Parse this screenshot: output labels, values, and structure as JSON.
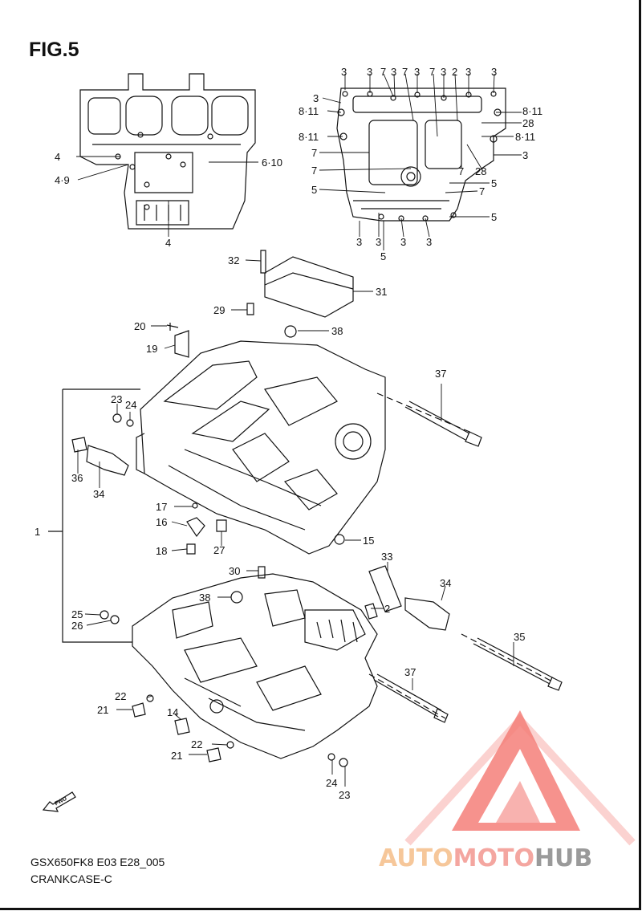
{
  "figure": {
    "title": "FIG.5"
  },
  "footer": {
    "model_code": "GSX650FK8 E03 E28_005",
    "diagram_name": "CRANKCASE-C"
  },
  "watermark": {
    "part1": "AUTO",
    "part2": "MOTO",
    "part3": "HUB"
  },
  "fwd_label": "FWD",
  "callouts": [
    {
      "id": "c1",
      "text": "3"
    },
    {
      "id": "c2",
      "text": "3"
    },
    {
      "id": "c3",
      "text": "7"
    },
    {
      "id": "c4",
      "text": "3"
    },
    {
      "id": "c5",
      "text": "7"
    },
    {
      "id": "c6",
      "text": "3"
    },
    {
      "id": "c7",
      "text": "7"
    },
    {
      "id": "c8",
      "text": "3"
    },
    {
      "id": "c9",
      "text": "2"
    },
    {
      "id": "c10",
      "text": "3"
    },
    {
      "id": "c11",
      "text": "3"
    },
    {
      "id": "c12",
      "text": "3"
    },
    {
      "id": "c13",
      "text": "8·11"
    },
    {
      "id": "c14",
      "text": "8·11"
    },
    {
      "id": "c15",
      "text": "7"
    },
    {
      "id": "c16",
      "text": "7"
    },
    {
      "id": "c17",
      "text": "5"
    },
    {
      "id": "c18",
      "text": "8·11"
    },
    {
      "id": "c19",
      "text": "28"
    },
    {
      "id": "c20",
      "text": "8·11"
    },
    {
      "id": "c21",
      "text": "3"
    },
    {
      "id": "c22",
      "text": "7"
    },
    {
      "id": "c23",
      "text": "28"
    },
    {
      "id": "c24",
      "text": "5"
    },
    {
      "id": "c25",
      "text": "7"
    },
    {
      "id": "c26",
      "text": "5"
    },
    {
      "id": "c27",
      "text": "3"
    },
    {
      "id": "c28",
      "text": "3"
    },
    {
      "id": "c29",
      "text": "5"
    },
    {
      "id": "c30",
      "text": "3"
    },
    {
      "id": "c31",
      "text": "3"
    },
    {
      "id": "c32",
      "text": "4"
    },
    {
      "id": "c33",
      "text": "4·9"
    },
    {
      "id": "c34",
      "text": "6·10"
    },
    {
      "id": "c35",
      "text": "4"
    },
    {
      "id": "c36",
      "text": "32"
    },
    {
      "id": "c37",
      "text": "31"
    },
    {
      "id": "c38",
      "text": "29"
    },
    {
      "id": "c39",
      "text": "20"
    },
    {
      "id": "c40",
      "text": "38"
    },
    {
      "id": "c41",
      "text": "19"
    },
    {
      "id": "c42",
      "text": "37"
    },
    {
      "id": "c43",
      "text": "23"
    },
    {
      "id": "c44",
      "text": "24"
    },
    {
      "id": "c45",
      "text": "36"
    },
    {
      "id": "c46",
      "text": "34"
    },
    {
      "id": "c47",
      "text": "1"
    },
    {
      "id": "c48",
      "text": "17"
    },
    {
      "id": "c49",
      "text": "16"
    },
    {
      "id": "c50",
      "text": "18"
    },
    {
      "id": "c51",
      "text": "27"
    },
    {
      "id": "c52",
      "text": "15"
    },
    {
      "id": "c53",
      "text": "33"
    },
    {
      "id": "c54",
      "text": "30"
    },
    {
      "id": "c55",
      "text": "34"
    },
    {
      "id": "c56",
      "text": "38"
    },
    {
      "id": "c57",
      "text": "2"
    },
    {
      "id": "c58",
      "text": "25"
    },
    {
      "id": "c59",
      "text": "26"
    },
    {
      "id": "c60",
      "text": "35"
    },
    {
      "id": "c61",
      "text": "37"
    },
    {
      "id": "c62",
      "text": "22"
    },
    {
      "id": "c63",
      "text": "21"
    },
    {
      "id": "c64",
      "text": "14"
    },
    {
      "id": "c65",
      "text": "22"
    },
    {
      "id": "c66",
      "text": "21"
    },
    {
      "id": "c67",
      "text": "24"
    },
    {
      "id": "c68",
      "text": "23"
    }
  ]
}
